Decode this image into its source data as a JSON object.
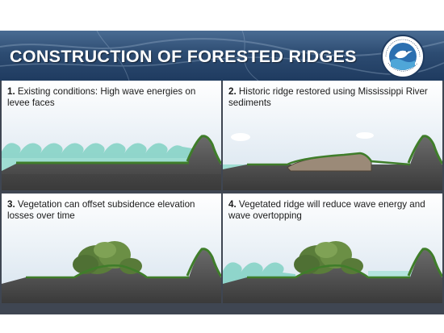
{
  "title": "CONSTRUCTION OF FORESTED RIDGES",
  "seal": {
    "ring_text_top": "COASTAL PROTECTION AND RESTORATION AUTHORITY",
    "ring_text_bottom": "LOUISIANA",
    "icon": "pelican-seal-icon"
  },
  "panels": [
    {
      "number": "1.",
      "caption": "Existing conditions: High wave energies on levee faces"
    },
    {
      "number": "2.",
      "caption": "Historic ridge restored using Mississippi River sediments"
    },
    {
      "number": "3.",
      "caption": "Vegetation can offset subsidence elevation losses over time"
    },
    {
      "number": "4.",
      "caption": "Vegetated ridge will reduce wave energy and wave overtopping"
    }
  ],
  "colors": {
    "banner": "#2d4c72",
    "water": "#7fcfc3",
    "ground": "#4a4a4a",
    "grass": "#3f7d2a",
    "sediment": "#9b8a78",
    "sky": "#dde8f1"
  }
}
